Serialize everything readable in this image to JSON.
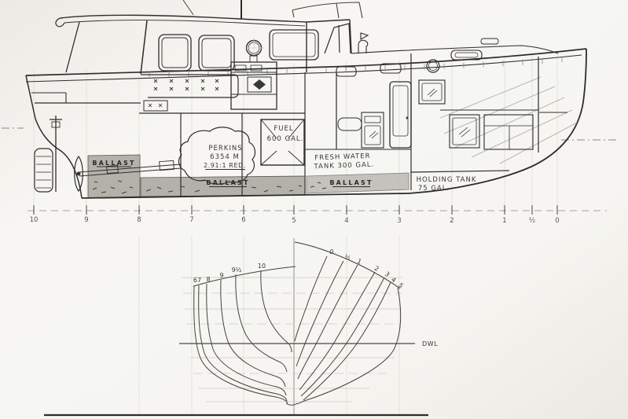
{
  "drawing": {
    "kind": "boat-lines-and-arrangement-plan",
    "views": [
      "profile-arrangement",
      "body-plan"
    ]
  },
  "profile": {
    "stations": [
      "10",
      "9",
      "8",
      "7",
      "6",
      "5",
      "4",
      "3",
      "2",
      "1",
      "½",
      "0"
    ],
    "labels": {
      "fuel_line1": "FUEL",
      "fuel_line2": "600 GAL.",
      "engine_line1": "PERKINS",
      "engine_line2": "6354 M",
      "engine_line3": "2.91:1 RED.",
      "fresh_water_line1": "FRESH WATER",
      "fresh_water_line2": "TANK 300 GAL.",
      "holding_line1": "HOLDING TANK",
      "holding_line2": "75 GAL.",
      "ballast_aft": "BALLAST",
      "ballast_mid": "BALLAST",
      "ballast_fwd": "BALLAST"
    }
  },
  "body_plan": {
    "left_section_labels": [
      "67",
      "8",
      "9",
      "9½",
      "10"
    ],
    "right_section_labels": [
      "0",
      "½",
      "1",
      "2",
      "3",
      "4",
      "5"
    ],
    "waterline_label": "DWL"
  },
  "colors": {
    "paper": "#f6f5f1",
    "ink": "#2e2d2a",
    "faint_line": "#cdcac3",
    "ballast_fill": "#b4b1aa"
  }
}
